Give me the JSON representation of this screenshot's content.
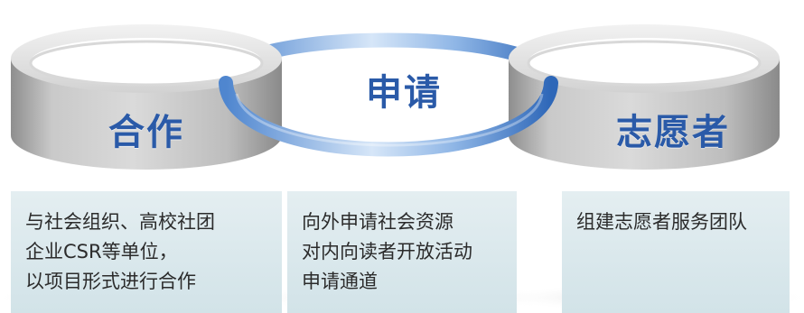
{
  "rings": {
    "left": {
      "label": "合作"
    },
    "center": {
      "label": "申请"
    },
    "right": {
      "label": "志愿者"
    }
  },
  "cards": [
    {
      "lines": [
        "与社会组织、高校社团",
        "企业CSR等单位，",
        "以项目形式进行合作"
      ]
    },
    {
      "lines": [
        "向外申请社会资源",
        "对内向读者开放活动",
        "申请通道"
      ]
    },
    {
      "lines": [
        "组建志愿者服务团队"
      ]
    }
  ],
  "colors": {
    "text_blue": "#2a5aa8",
    "ring_gray": "#c7c7c7",
    "ring_blue": "#3c78c8",
    "card_bg": "#dbe8ec"
  }
}
